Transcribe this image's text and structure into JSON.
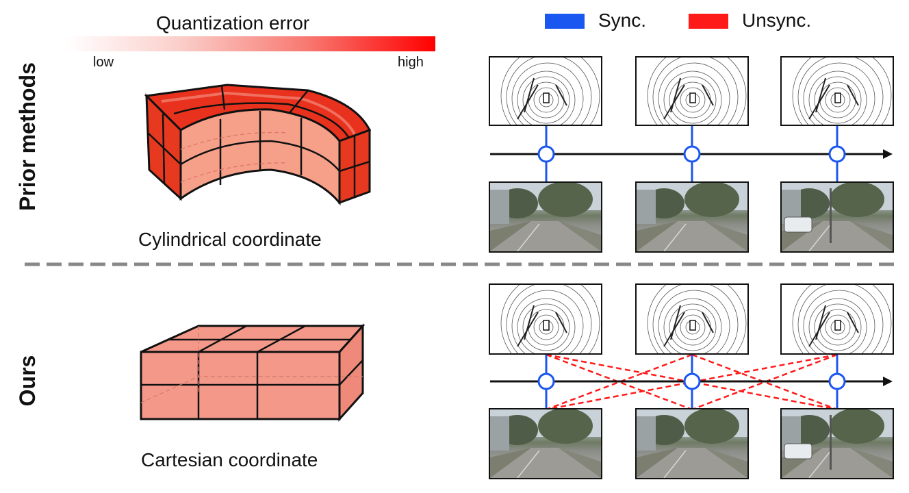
{
  "colorbar": {
    "title": "Quantization error",
    "low_label": "low",
    "high_label": "high",
    "color_start": "#ffffff",
    "color_end": "#ff0000"
  },
  "legend": {
    "sync_label": "Sync.",
    "sync_color": "#1a56f0",
    "unsync_label": "Unsync.",
    "unsync_color": "#ff1a1a"
  },
  "rows": {
    "prior_label": "Prior methods",
    "ours_label": "Ours"
  },
  "captions": {
    "cylindrical": "Cylindrical coordinate",
    "cartesian": "Cartesian coordinate"
  },
  "colors": {
    "cyl_dark": "#e8321e",
    "cyl_light": "#f6a08a",
    "cart_fill": "#f4998a",
    "divider": "#888888"
  }
}
